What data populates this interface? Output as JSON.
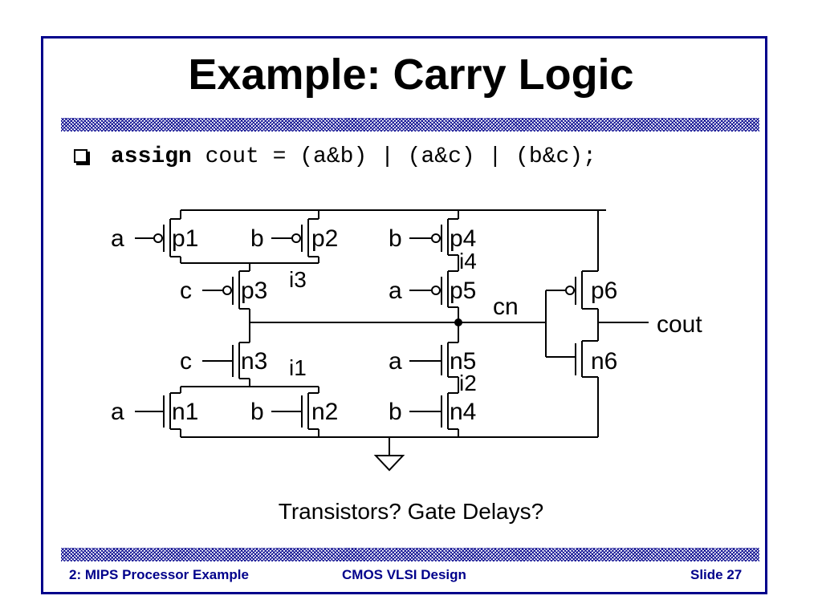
{
  "slide": {
    "title": "Example: Carry Logic",
    "code": {
      "keyword": "assign",
      "expression": " cout = (a&b) | (a&c) | (b&c);"
    },
    "question": "Transistors?  Gate Delays?"
  },
  "circuit": {
    "inputs": {
      "a1": "a",
      "b1": "b",
      "b2": "b",
      "c1": "c",
      "a2": "a",
      "c2": "c",
      "a3": "a",
      "a4": "a",
      "b3": "b",
      "b4": "b"
    },
    "transistors": {
      "p1": "p1",
      "p2": "p2",
      "p3": "p3",
      "p4": "p4",
      "p5": "p5",
      "p6": "p6",
      "n1": "n1",
      "n2": "n2",
      "n3": "n3",
      "n4": "n4",
      "n5": "n5",
      "n6": "n6"
    },
    "nodes": {
      "i1": "i1",
      "i2": "i2",
      "i3": "i3",
      "i4": "i4",
      "cn": "cn",
      "cout": "cout"
    }
  },
  "footer": {
    "left": "2: MIPS Processor Example",
    "center": "CMOS VLSI Design",
    "right": "Slide 27"
  },
  "colors": {
    "accent": "#00008b",
    "text": "#000000"
  }
}
